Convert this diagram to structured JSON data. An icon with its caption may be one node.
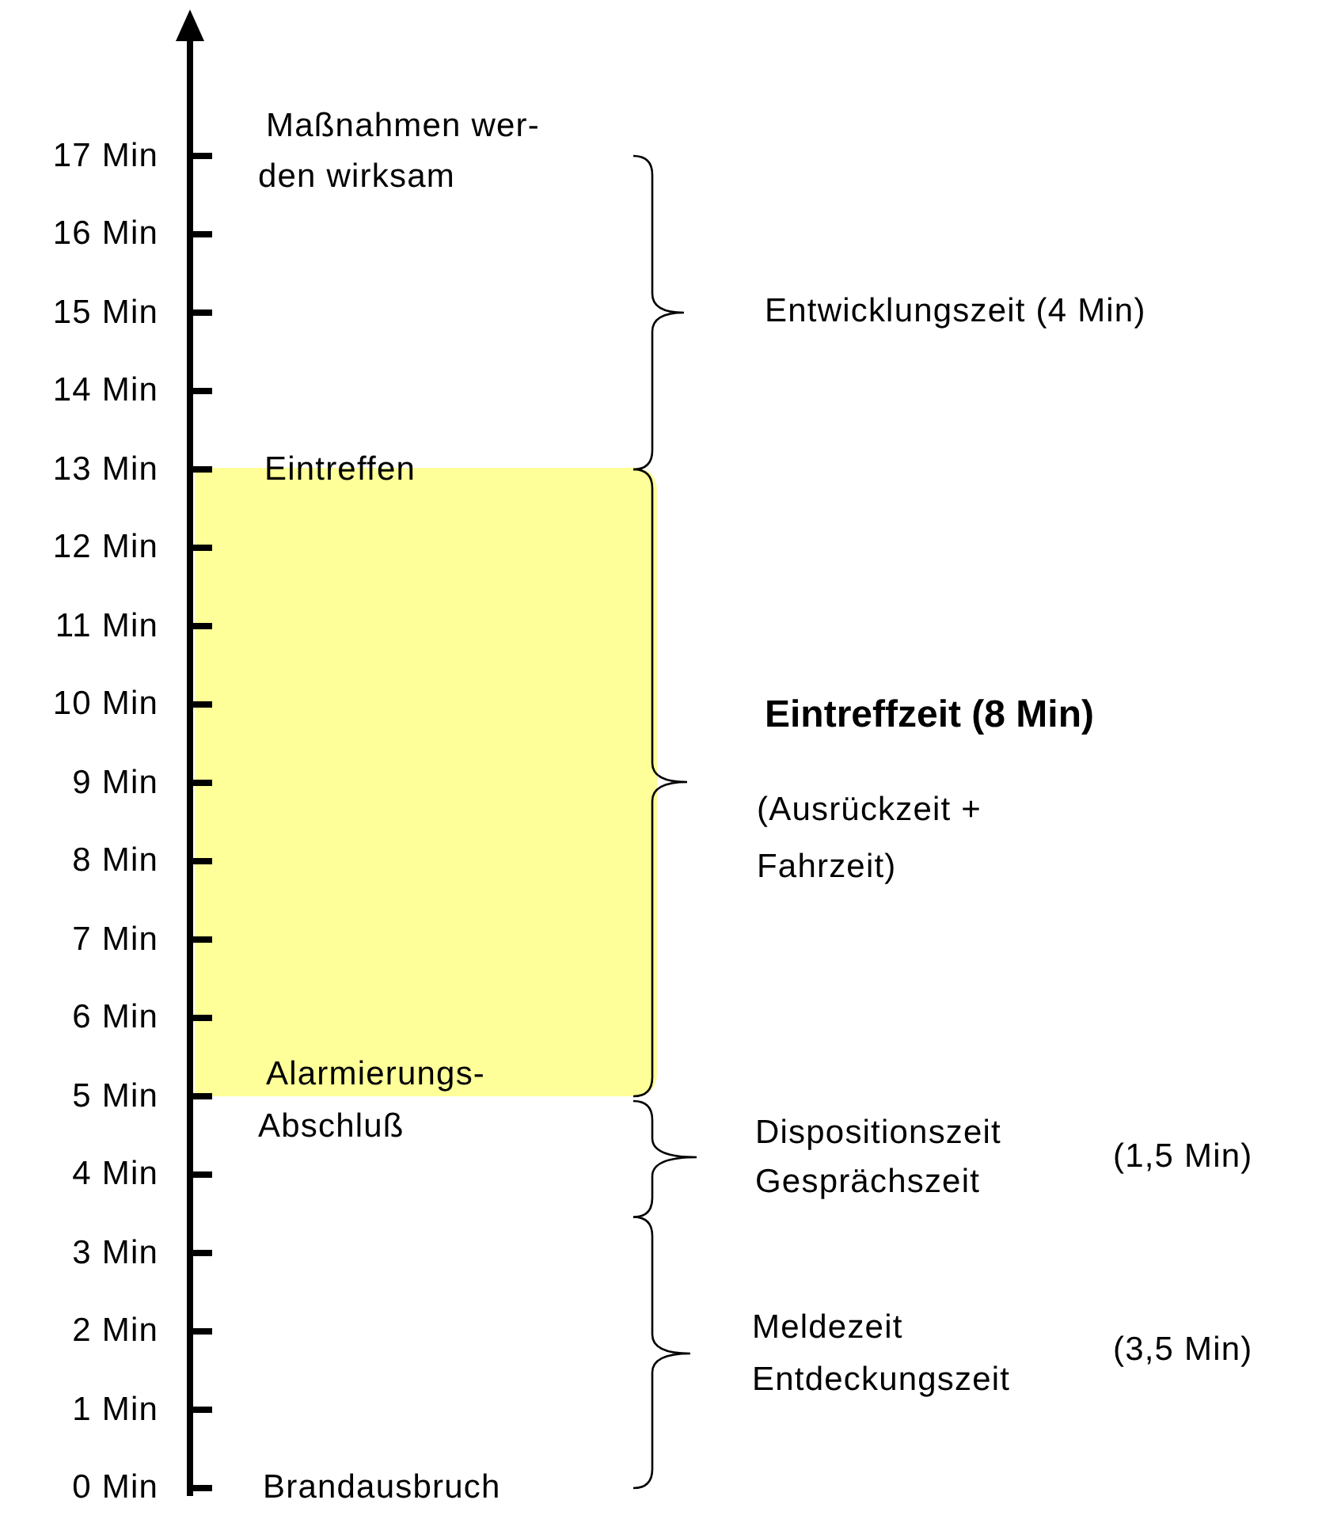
{
  "diagram": {
    "labels": [
      "17 Min",
      "Maßnahmen wer- den wirksam",
      "16 Min",
      "15 Min",
      "Entwicklungszeit (4 Min)",
      "14 Min",
      "13 Min",
      "Eintreffen",
      "12 Min",
      "11 Min",
      "10 Min",
      "Eintreffzeit (8 Min)",
      "9 Min",
      "(Ausrückzeit + Fahrzeit)",
      "8 Min",
      "7 Min",
      "6 Min",
      "5 Min",
      "Alarmierungs- Abschluß",
      "Dispositionszeit Gesprächszeit",
      "4 Min",
      "(1,5 Min)",
      "3 Min",
      "2 Min",
      "Meldezeit Entdeckungszeit",
      "1 Min",
      "(3,5 Min)",
      "0 Min",
      "Brandausbruch"
    ]
  }
}
